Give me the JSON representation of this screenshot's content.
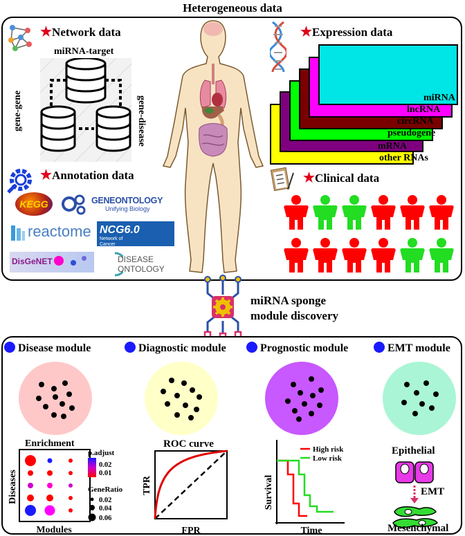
{
  "header": {
    "title": "Heterogeneous data"
  },
  "network": {
    "title": "Network data",
    "top_label": "miRNA-target",
    "left_label": "gene-gene",
    "right_label": "gene-disease"
  },
  "annotation": {
    "title": "Annotation data",
    "logos": {
      "kegg": "KEGG",
      "go_main": "GENEONTOLOGY",
      "go_sub": "Unifying Biology",
      "reactome": "reactome",
      "ncg_main": "NCG6.0",
      "ncg_sub": "Network of Cancer Genes",
      "disgenet": "DisGeNET",
      "do_line1": "DISEASE",
      "do_line2": "ONTOLOGY"
    }
  },
  "expression": {
    "title": "Expression data",
    "layers": [
      {
        "label": "miRNA",
        "color": "#00e5e5"
      },
      {
        "label": "lncRNA",
        "color": "#ff00ff"
      },
      {
        "label": "circRNA",
        "color": "#7a0000"
      },
      {
        "label": "pseudogene",
        "color": "#00ff00"
      },
      {
        "label": "mRNA",
        "color": "#7f007f"
      },
      {
        "label": "other RNAs",
        "color": "#ffff00"
      }
    ]
  },
  "clinical": {
    "title": "Clinical data",
    "row1": [
      "red",
      "green",
      "green",
      "red",
      "red",
      "red"
    ],
    "row2": [
      "red",
      "red",
      "red",
      "red",
      "green",
      "green"
    ],
    "colors": {
      "red": "#ff0000",
      "green": "#22dd22"
    }
  },
  "discovery": {
    "line1": "miRNA sponge",
    "line2": "module discovery"
  },
  "modules": [
    {
      "title": "Disease module",
      "circle_color": "#ffc8c8"
    },
    {
      "title": "Diagnostic module",
      "circle_color": "#ffffc8"
    },
    {
      "title": "Prognostic module",
      "circle_color": "#c858ff"
    },
    {
      "title": "EMT module",
      "circle_color": "#aaf5d5"
    }
  ],
  "enrichment": {
    "title": "Enrichment",
    "xlabel": "Modules",
    "ylabel": "Diseases",
    "padjust_title": "p.adjust",
    "padjust_values": [
      "0.02",
      "0.01"
    ],
    "generatio_title": "GeneRatio",
    "generatio_values": [
      "0.02",
      "0.04",
      "0.06"
    ]
  },
  "roc": {
    "title": "ROC curve",
    "xlabel": "FPR",
    "ylabel": "TPR"
  },
  "survival": {
    "xlabel": "Time",
    "ylabel": "Survival",
    "legend": [
      {
        "label": "High risk",
        "color": "#ff0000"
      },
      {
        "label": "Low risk",
        "color": "#22dd22"
      }
    ]
  },
  "emt": {
    "top_label": "Epithelial",
    "arrow_label": "EMT",
    "bottom_label": "Mesenchymal"
  }
}
